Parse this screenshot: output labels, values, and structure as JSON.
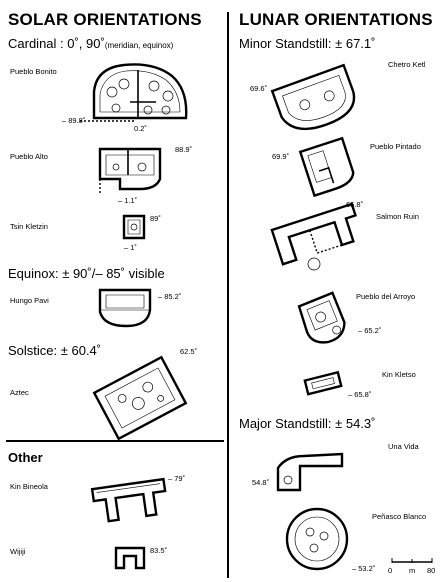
{
  "solar": {
    "title": "SOLAR ORIENTATIONS",
    "cardinal": {
      "label": "Cardinal : 0˚, 90˚",
      "note": "(meridian, equinox)"
    },
    "equinox": "Equinox: ± 90˚/– 85˚ visible",
    "solstice": "Solstice: ± 60.4˚",
    "sites": [
      {
        "name": "Pueblo Bonito",
        "angles": [
          "– 89.8˚",
          "0.2˚"
        ]
      },
      {
        "name": "Pueblo Alto",
        "angles": [
          "88.9˚",
          "– 1.1˚"
        ]
      },
      {
        "name": "Tsin Kletzin",
        "angles": [
          "89˚",
          "– 1˚"
        ]
      },
      {
        "name": "Hungo Pavi",
        "angles": [
          "– 85.2˚"
        ]
      },
      {
        "name": "Aztec",
        "angles": [
          "62.5˚"
        ]
      }
    ]
  },
  "other": {
    "title": "Other",
    "sites": [
      {
        "name": "Kin Bineola",
        "angles": [
          "– 79˚"
        ]
      },
      {
        "name": "Wijiji",
        "angles": [
          "83.5˚"
        ]
      }
    ]
  },
  "lunar": {
    "title": "LUNAR ORIENTATIONS",
    "minor": "Minor Standstill: ± 67.1˚",
    "major": "Major Standstill: ± 54.3˚",
    "sites": [
      {
        "name": "Chetro Ketl",
        "angles": [
          "69.6˚"
        ]
      },
      {
        "name": "Pueblo Pintado",
        "angles": [
          "69.9˚"
        ]
      },
      {
        "name": "Salmon Ruin",
        "angles": [
          "65.8˚"
        ]
      },
      {
        "name": "Pueblo del Arroyo",
        "angles": [
          "– 65.2˚"
        ]
      },
      {
        "name": "Kin Kletso",
        "angles": [
          "– 65.8˚"
        ]
      },
      {
        "name": "Una Vida",
        "angles": [
          "54.8˚"
        ]
      },
      {
        "name": "Peñasco Blanco",
        "angles": [
          "– 53.2˚"
        ]
      }
    ]
  },
  "scale": {
    "labels": [
      "0",
      "m",
      "80"
    ]
  }
}
